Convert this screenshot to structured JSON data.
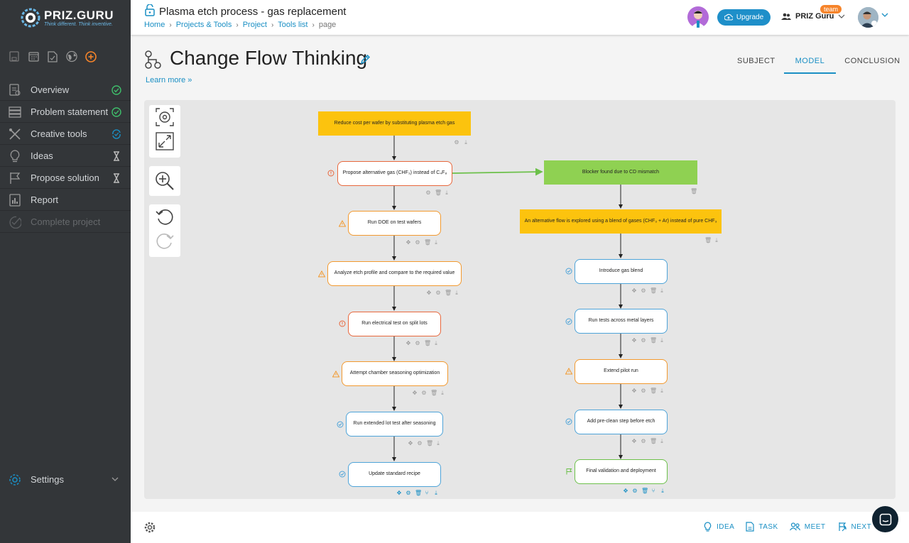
{
  "brand": {
    "name": "PRIZ.GURU",
    "tagline": "Think different. Think inventive."
  },
  "header": {
    "project_title": "Plasma etch process - gas replacement",
    "breadcrumb": [
      "Home",
      "Projects & Tools",
      "Project",
      "Tools list"
    ],
    "breadcrumb_current": "page",
    "upgrade_label": "Upgrade",
    "team_name": "PRIZ Guru",
    "team_badge": "team"
  },
  "sidebar": {
    "items": [
      {
        "label": "Overview",
        "status": "done"
      },
      {
        "label": "Problem statement",
        "status": "done"
      },
      {
        "label": "Creative tools",
        "status": "in-progress"
      },
      {
        "label": "Ideas",
        "status": "pending"
      },
      {
        "label": "Propose solution",
        "status": "pending"
      },
      {
        "label": "Report",
        "status": "none"
      },
      {
        "label": "Complete project",
        "status": "disabled"
      }
    ],
    "settings_label": "Settings"
  },
  "page": {
    "title": "Change Flow Thinking",
    "learn_more": "Learn more »",
    "tabs": [
      "SUBJECT",
      "MODEL",
      "CONCLUSION"
    ],
    "active_tab": "MODEL"
  },
  "flow": {
    "goal": "Reduce cost per wafer by substituting plasma etch gas",
    "left": [
      "Propose alternative gas (CHF₃) instead of C₄F₈",
      "Run DOE on test wafers",
      "Analyze etch profile and compare to the required value",
      "Run electrical test on split lots",
      "Attempt chamber seasoning optimization",
      "Run extended lot test after seasoning",
      "Update standard recipe"
    ],
    "blocker": "Blocker found due to CD mismatch",
    "alternative": "An alternative flow is explored using a blend of gases (CHF₃ + Ar) instead of pure CHF₃",
    "right": [
      "Introduce gas blend",
      "Run tests across metal layers",
      "Extend pilot run",
      "Add pre-clean step before etch",
      "Final validation and deployment"
    ]
  },
  "bottom": {
    "actions": [
      "IDEA",
      "TASK",
      "MEET",
      "NEXT"
    ]
  },
  "colors": {
    "accent": "#1a8fc4",
    "sidebar_bg": "#333639",
    "goal": "#fcc30e",
    "blocker": "#8fd152",
    "done": "#3fbf6b",
    "warning": "#f2992e",
    "error": "#e8673c"
  }
}
